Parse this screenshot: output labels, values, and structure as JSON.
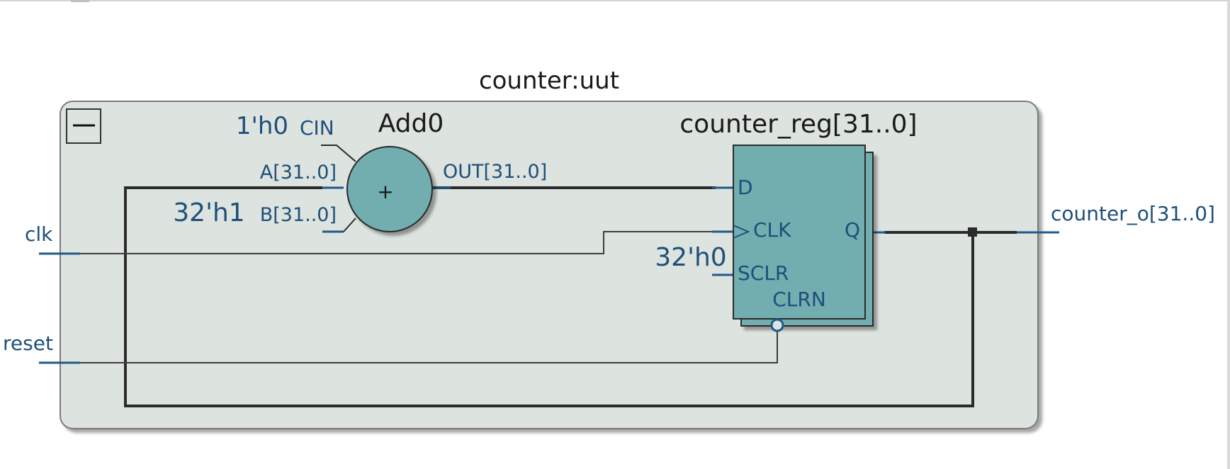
{
  "instance": {
    "title": "counter:uut",
    "collapse_glyph": "—"
  },
  "adder": {
    "name": "Add0",
    "operator": "+",
    "ports": {
      "cin": "CIN",
      "a": "A[31..0]",
      "b": "B[31..0]",
      "out": "OUT[31..0]"
    },
    "constants": {
      "cin": "1'h0",
      "b": "32'h1"
    }
  },
  "register": {
    "name": "counter_reg[31..0]",
    "ports": {
      "d": "D",
      "clk": "CLK",
      "sclr": "SCLR",
      "clrn": "CLRN",
      "q": "Q"
    },
    "constants": {
      "sclr": "32'h0"
    }
  },
  "io": {
    "clk": "clk",
    "reset": "reset",
    "output": "counter_o[31..0]"
  },
  "colors": {
    "panel_fill": "#dde3de",
    "block_fill": "#72adb0",
    "port_text": "#1e4f7a",
    "bus_wire": "#2b2b2b",
    "signal_wire": "#3d3d3d",
    "pin_wire": "#1e5a8a"
  }
}
